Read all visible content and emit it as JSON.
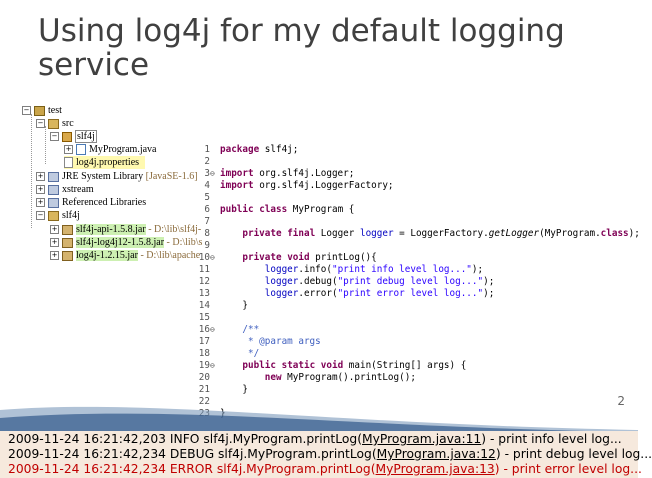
{
  "slide": {
    "title_line1": "Using log4j for my default logging",
    "title_line2": "service",
    "page_number": "2"
  },
  "tree": {
    "project": "test",
    "src": "src",
    "package": "slf4j",
    "java_file": "MyProgram.java",
    "properties_file": "log4j.properties",
    "jre_library": "JRE System Library",
    "jre_version": "[JavaSE-1.6]",
    "xstream": "xstream",
    "referenced_libraries": "Referenced Libraries",
    "lib_folder": "slf4j",
    "jars": [
      {
        "name": "slf4j-api-1.5.8.jar",
        "path": " - D:\\lib\\slf4j-"
      },
      {
        "name": "slf4j-log4j12-1.5.8.jar",
        "path": " - D:\\lib\\s"
      },
      {
        "name": "log4j-1.2.15.jar",
        "path": " - D:\\lib\\apache"
      }
    ]
  },
  "code": {
    "line_numbers": [
      "1",
      "2",
      "3",
      "4",
      "5",
      "6",
      "7",
      "8",
      "9",
      "10",
      "11",
      "12",
      "13",
      "14",
      "15",
      "16",
      "17",
      "18",
      "19",
      "20",
      "21",
      "22",
      "23"
    ],
    "package_kw": "package",
    "package_name": " slf4j;",
    "import_kw": "import",
    "import1": " org.slf4j.Logger;",
    "import2": " org.slf4j.LoggerFactory;",
    "public_kw": "public",
    "class_kw": "class",
    "class_name": " MyProgram {",
    "private_kw": "private",
    "final_kw": "final",
    "logger_decl_type": " Logger ",
    "logger_field": "logger",
    "logger_assign": " = LoggerFactory.",
    "get_logger": "getLogger",
    "logger_arg": "(MyProgram.",
    "class_lit": "class",
    "logger_end": ");",
    "void_kw": "void",
    "print_method": " printLog(){",
    "info_call": ".info(",
    "info_str": "\"print info level log...\"",
    "debug_call": ".debug(",
    "debug_str": "\"print debug level log...\"",
    "error_call": ".error(",
    "error_str": "\"print error level log...\"",
    "call_end": ");",
    "close_brace": "}",
    "javadoc_open": "/**",
    "javadoc_param": " * @param args",
    "javadoc_close": " */",
    "static_kw": "static",
    "main_sig": " main(String[] args) {",
    "new_kw": "new",
    "main_body": " MyProgram().printLog();",
    "fold_marker": "⊖"
  },
  "console": {
    "lines": [
      {
        "prefix": "2009-11-24 16:21:42,203 INFO slf4j.MyProgram.printLog(",
        "link": "MyProgram.java:11",
        "suffix": ") - print info level log..."
      },
      {
        "prefix": "2009-11-24 16:21:42,234 DEBUG slf4j.MyProgram.printLog(",
        "link": "MyProgram.java:12",
        "suffix": ") - print debug level log..."
      },
      {
        "prefix": "2009-11-24 16:21:42,234 ERROR slf4j.MyProgram.printLog(",
        "link": "MyProgram.java:13",
        "suffix": ") - print error level log..."
      }
    ]
  },
  "colors": {
    "title": "#404040",
    "console_bg": "#f6e9dd",
    "error_text": "#c00000",
    "keyword": "#7f0055",
    "string": "#2a00ff",
    "field": "#0000c0"
  }
}
